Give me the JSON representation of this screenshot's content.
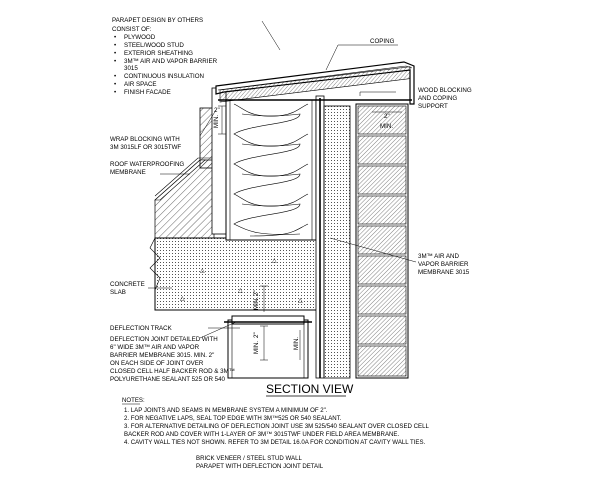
{
  "labels": {
    "parapet_by_others": "PARAPET DESIGN BY OTHERS",
    "consist_of": "CONSIST OF:",
    "layers": [
      "PLYWOOD",
      "STEEL/WOOD STUD",
      "EXTERIOR SHEATHING",
      "3M™ AIR AND VAPOR BARRIER",
      "3015",
      "CONTINUOUS INSULATION",
      "AIR SPACE",
      "FINISH FACADE"
    ],
    "coping": "COPING",
    "wood_blocking": [
      "WOOD BLOCKING",
      "AND COPING",
      "SUPPORT"
    ],
    "wrap_blocking": [
      "WRAP BLOCKING WITH",
      "3M 3015LF OR 3015TWF"
    ],
    "roof_membrane": [
      "ROOF WATERPROOFING",
      "MEMBRANE"
    ],
    "air_vapor_barrier": [
      "3M™ AIR AND",
      "VAPOR BARRIER",
      "MEMBRANE 3015"
    ],
    "concrete_slab": [
      "CONCRETE",
      "SLAB"
    ],
    "deflection_track": "DEFLECTION TRACK",
    "deflection_joint": [
      "DEFLECTION JOINT DETAILED WITH",
      "6\" WIDE 3M™ AIR AND VAPOR",
      "BARRIER MEMBRANE 3015. MIN. 2\"",
      "ON EACH SIDE OF JOINT OVER",
      "CLOSED CELL HALF BACKER ROD & 3M™",
      "POLYURETHANE SEALANT 525 OR 540"
    ],
    "dim_2_top": "2\"",
    "dim_min": "MIN.",
    "dim_2_right": "2\""
  },
  "section_title": "SECTION VIEW",
  "notes": {
    "heading": "NOTES:",
    "items": [
      "1.   LAP JOINTS AND SEAMS IN MEMBRANE SYSTEM A MINIMUM OF 2\".",
      "2.   FOR NEGATIVE LAPS, SEAL TOP EDGE WITH 3M™525 OR 540 SEALANT.",
      "3.   FOR ALTERNATIVE DETAILING OF DEFLECTION JOINT USE 3M 525/540 SEALANT OVER CLOSED CELL",
      "      BACKER ROD AND COVER WITH 1-LAYER OF 3M™ 3015TWF UNDER FIELD AREA MEMBRANE.",
      "4.   CAVITY WALL TIES NOT SHOWN. REFER TO 3M DETAIL 16.0A FOR CONDITION AT CAVITY WALL TIES."
    ]
  },
  "caption": {
    "line1": "BRICK VENEER / STEEL STUD WALL",
    "line2": "PARAPET WITH DEFLECTION JOINT DETAIL"
  }
}
